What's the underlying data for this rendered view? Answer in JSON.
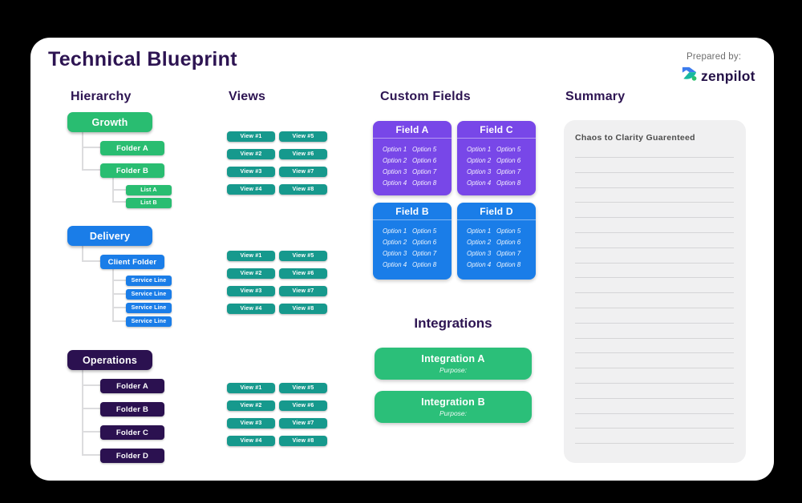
{
  "page": {
    "title": "Technical Blueprint",
    "prepared_by": "Prepared by:",
    "brand": "zenpilot"
  },
  "colors": {
    "ink": "#2d1452",
    "green": "#29bd71",
    "teal": "#16998d",
    "blue": "#1a7de8",
    "purple": "#7847e8",
    "operations_purple": "#2b1150",
    "integration_green": "#2bbf79",
    "summary_bg": "#f0f0f1",
    "background": "#000000"
  },
  "hierarchy": {
    "heading": "Hierarchy",
    "trees": [
      {
        "root": "Growth",
        "children": [
          {
            "label": "Folder A"
          },
          {
            "label": "Folder B",
            "children": [
              {
                "label": "List A"
              },
              {
                "label": "List B"
              }
            ]
          }
        ]
      },
      {
        "root": "Delivery",
        "children": [
          {
            "label": "Client Folder",
            "children": [
              {
                "label": "Service Line"
              },
              {
                "label": "Service Line"
              },
              {
                "label": "Service Line"
              },
              {
                "label": "Service Line"
              }
            ]
          }
        ]
      },
      {
        "root": "Operations",
        "children": [
          {
            "label": "Folder A"
          },
          {
            "label": "Folder B"
          },
          {
            "label": "Folder C"
          },
          {
            "label": "Folder D"
          }
        ]
      }
    ]
  },
  "views": {
    "heading": "Views",
    "groups": [
      [
        "View #1",
        "View #2",
        "View #3",
        "View #4",
        "View #5",
        "View #6",
        "View #7",
        "View #8"
      ],
      [
        "View #1",
        "View #2",
        "View #3",
        "View #4",
        "View #5",
        "View #6",
        "View #7",
        "View #8"
      ],
      [
        "View #1",
        "View #2",
        "View #3",
        "View #4",
        "View #5",
        "View #6",
        "View #7",
        "View #8"
      ]
    ]
  },
  "custom_fields": {
    "heading": "Custom Fields",
    "fields": [
      {
        "name": "Field A",
        "color": "#7847e8",
        "options": [
          "Option 1",
          "Option 2",
          "Option 3",
          "Option 4",
          "Option 5",
          "Option 6",
          "Option 7",
          "Option 8"
        ]
      },
      {
        "name": "Field C",
        "color": "#7847e8",
        "options": [
          "Option 1",
          "Option 2",
          "Option 3",
          "Option 4",
          "Option 5",
          "Option 6",
          "Option 7",
          "Option 8"
        ]
      },
      {
        "name": "Field B",
        "color": "#1a7de8",
        "options": [
          "Option 1",
          "Option 2",
          "Option 3",
          "Option 4",
          "Option 5",
          "Option 6",
          "Option 7",
          "Option 8"
        ]
      },
      {
        "name": "Field D",
        "color": "#1a7de8",
        "options": [
          "Option 1",
          "Option 2",
          "Option 3",
          "Option 4",
          "Option 5",
          "Option 6",
          "Option 7",
          "Option 8"
        ]
      }
    ]
  },
  "integrations": {
    "heading": "Integrations",
    "items": [
      {
        "name": "Integration A",
        "purpose": "Purpose:"
      },
      {
        "name": "Integration B",
        "purpose": "Purpose:"
      }
    ]
  },
  "summary": {
    "heading": "Summary",
    "note_title": "Chaos to Clarity Guarenteed",
    "line_count": 20
  }
}
